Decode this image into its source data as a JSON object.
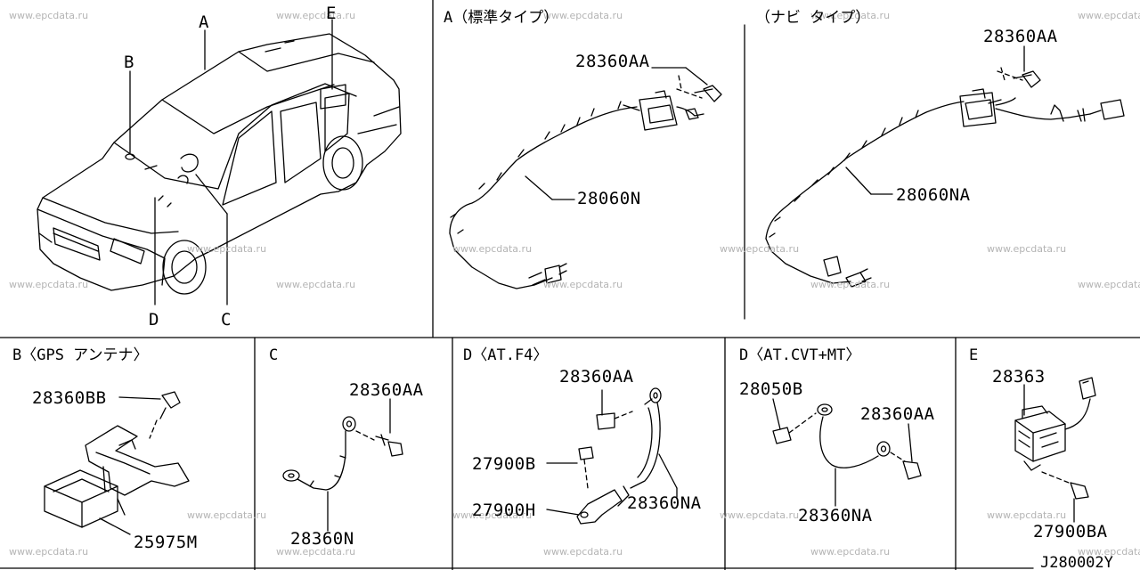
{
  "watermark": "www.epcdata.ru",
  "diagram_code": "J280002Y",
  "panels": {
    "overview": {
      "callouts": {
        "a": "A",
        "b": "B",
        "c": "C",
        "d": "D",
        "e": "E"
      }
    },
    "a_standard": {
      "title": "A（標準タイプ）",
      "parts": {
        "screw": "28360AA",
        "harness": "28060N"
      }
    },
    "a_navi": {
      "title": "（ナビ タイプ）",
      "parts": {
        "screw": "28360AA",
        "harness": "28060NA"
      }
    },
    "b_gps": {
      "title": "B〈GPS アンテナ〉",
      "parts": {
        "bolt": "28360BB",
        "antenna": "25975M"
      }
    },
    "c": {
      "title": "C",
      "parts": {
        "screw": "28360AA",
        "strap": "28360N"
      }
    },
    "d_at_f4": {
      "title": "D〈AT.F4〉",
      "parts": {
        "screw": "28360AA",
        "bolt": "27900B",
        "bracket": "27900H",
        "strap": "28360NA"
      }
    },
    "d_cvt_mt": {
      "title": "D〈AT.CVT+MT〉",
      "parts": {
        "bolt": "28050B",
        "screw": "28360AA",
        "strap": "28360NA"
      }
    },
    "e": {
      "title": "E",
      "parts": {
        "unit": "28363",
        "bolt": "27900BA"
      }
    }
  }
}
